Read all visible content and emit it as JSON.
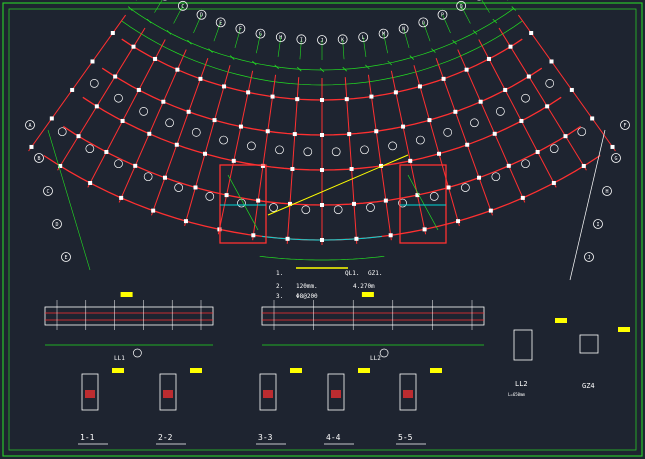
{
  "colors": {
    "background": "#1e2430",
    "frame": "#29c329",
    "wall": "#ff3030",
    "dim": "#22dd22",
    "text": "#ffffff",
    "accent": "#ffff00",
    "column": "#ffffff",
    "cyan": "#00d8d8"
  },
  "plan": {
    "axis_top": [
      "A",
      "B",
      "C",
      "D",
      "E",
      "F",
      "G",
      "H",
      "I",
      "J",
      "K",
      "L",
      "M",
      "N",
      "O",
      "P",
      "Q",
      "R",
      "S"
    ],
    "axis_left": [
      "A",
      "B",
      "C",
      "D",
      "E"
    ],
    "axis_right": [
      "F",
      "G",
      "H",
      "I",
      "J"
    ],
    "corridor_beam": "LL2",
    "bottom_beam": "LL1"
  },
  "notes": {
    "line1_num": "1.",
    "line1_text": "QL1.",
    "line1_text2": "GZ1.",
    "line2_num": "2.",
    "line2_text": "120mm.",
    "line2_text2": "4.270m",
    "line3_num": "3.",
    "line3_text": "Φ8@200"
  },
  "beams": {
    "ll1_label": "LL1",
    "ll2_label": "LL2"
  },
  "details": {
    "ll2_label": "LL2",
    "ll2_sub": "L=650mm",
    "gz4_label": "GZ4"
  },
  "sections": [
    "1-1",
    "2-2",
    "3-3",
    "4-4",
    "5-5"
  ]
}
